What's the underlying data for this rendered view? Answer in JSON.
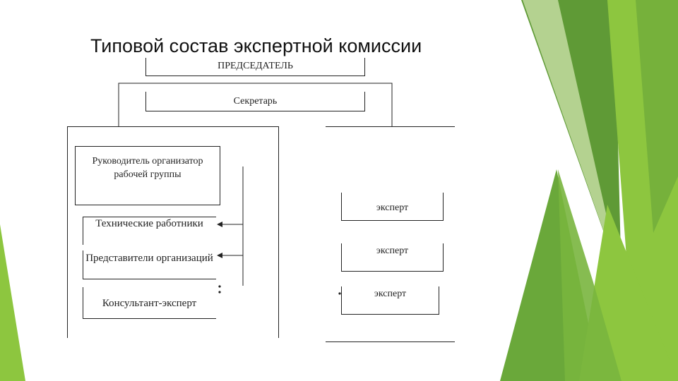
{
  "title": "Типовой состав экспертной комиссии",
  "diagram": {
    "chairman": "ПРЕДСЕДАТЕЛЬ",
    "secretary": "Секретарь",
    "head": "Руководитель организатор рабочей группы",
    "technical": "Технические работники",
    "representatives": "Представители организаций",
    "consultant": "Консультант-эксперт",
    "experts": [
      "эксперт",
      "эксперт",
      "эксперт"
    ]
  },
  "colors": {
    "green_light": "#8dc63f",
    "green_mid": "#6aa83a",
    "green_dark": "#4f8a2f",
    "line": "#222222"
  }
}
